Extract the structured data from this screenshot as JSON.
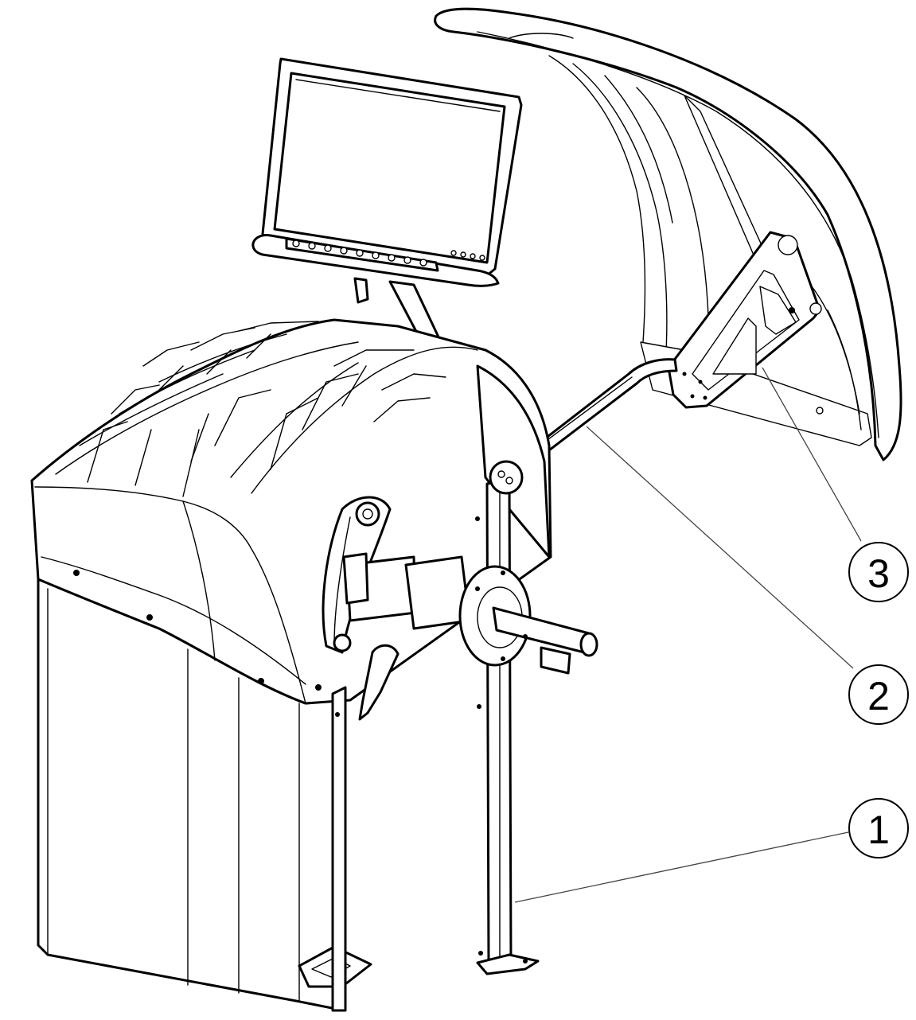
{
  "callouts": [
    {
      "id": "1",
      "label": "1"
    },
    {
      "id": "2",
      "label": "2"
    },
    {
      "id": "3",
      "label": "3"
    }
  ],
  "colors": {
    "line": "#000000",
    "background": "#ffffff",
    "leader": "#444444"
  },
  "parts": {
    "cabinet": "wheel-balancer-cabinet",
    "monitor": "monitor-display",
    "arm": "wheel-guard-arm",
    "hood": "wheel-guard-hood",
    "shaft": "balancer-shaft"
  }
}
